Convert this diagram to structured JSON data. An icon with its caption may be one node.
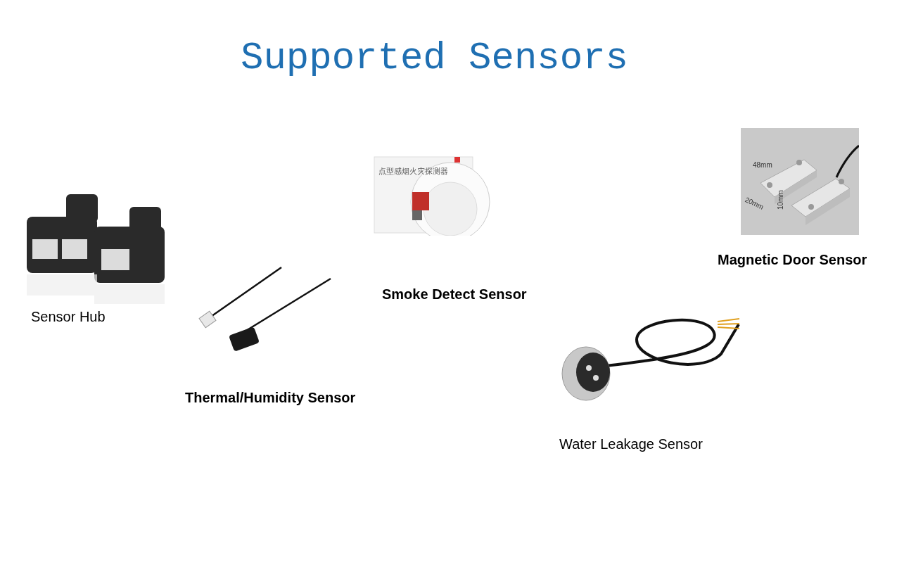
{
  "diagram": {
    "title": "Supported Sensors",
    "labels": [
      "Sensor Hub",
      "Thermal/Humidity Sensor",
      "点型感烟火灾探测器",
      "Smoke Detect Sensor",
      "48mm",
      "20mm",
      "10mm",
      "Magnetic Door Sensor",
      "Water Leakage Sensor"
    ]
  }
}
